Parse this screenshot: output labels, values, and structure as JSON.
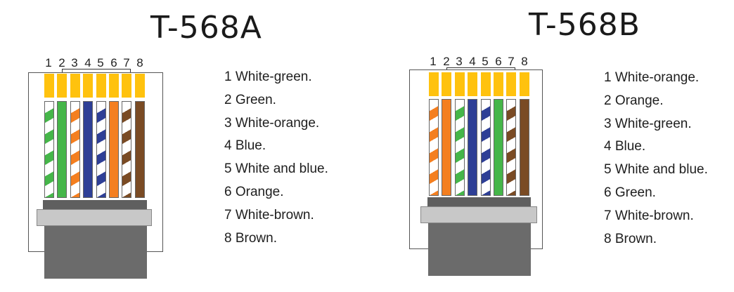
{
  "colors": {
    "orange": "#f47f20",
    "green": "#45b649",
    "blue": "#2e3f96",
    "brown": "#7a4b24",
    "contact_gold": "#ffc20e"
  },
  "diagrams": [
    {
      "title": "T-568A",
      "pin_numbers": [
        "1",
        "2",
        "3",
        "4",
        "5",
        "6",
        "7",
        "8"
      ],
      "wires": [
        {
          "color": "green",
          "striped": true
        },
        {
          "color": "green",
          "striped": false
        },
        {
          "color": "orange",
          "striped": true
        },
        {
          "color": "blue",
          "striped": false
        },
        {
          "color": "blue",
          "striped": true
        },
        {
          "color": "orange",
          "striped": false
        },
        {
          "color": "brown",
          "striped": true
        },
        {
          "color": "brown",
          "striped": false
        }
      ],
      "legend": [
        "1 White-green.",
        "2 Green.",
        "3 White-orange.",
        "4 Blue.",
        "5 White and blue.",
        "6 Orange.",
        "7 White-brown.",
        "8 Brown."
      ]
    },
    {
      "title": "T-568B",
      "pin_numbers": [
        "1",
        "2",
        "3",
        "4",
        "5",
        "6",
        "7",
        "8"
      ],
      "wires": [
        {
          "color": "orange",
          "striped": true
        },
        {
          "color": "orange",
          "striped": false
        },
        {
          "color": "green",
          "striped": true
        },
        {
          "color": "blue",
          "striped": false
        },
        {
          "color": "blue",
          "striped": true
        },
        {
          "color": "green",
          "striped": false
        },
        {
          "color": "brown",
          "striped": true
        },
        {
          "color": "brown",
          "striped": false
        }
      ],
      "legend": [
        "1 White-orange.",
        "2 Orange.",
        "3 White-green.",
        "4 Blue.",
        "5 White and blue.",
        "6 Green.",
        "7 White-brown.",
        "8 Brown."
      ]
    }
  ]
}
